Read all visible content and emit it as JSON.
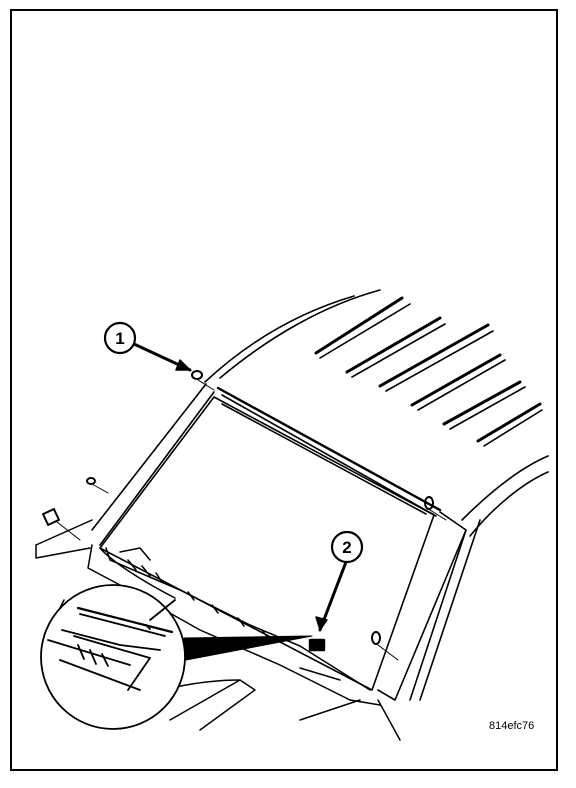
{
  "diagram": {
    "callouts": [
      {
        "id": "callout-1",
        "label": "1"
      },
      {
        "id": "callout-2",
        "label": "2"
      }
    ],
    "figure_code": "814efc76"
  },
  "colors": {
    "line": "#000000",
    "background": "#ffffff"
  }
}
